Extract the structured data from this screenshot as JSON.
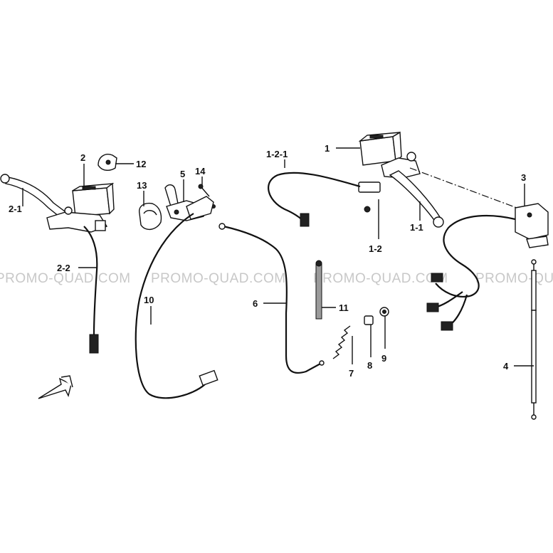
{
  "watermarks": [
    "PROMO-QUAD.COM",
    "PROMO-QUAD.COM",
    "PROMO-QUAD.COM",
    "PROMO-QUAD.COM"
  ],
  "labels": {
    "p1": "1",
    "p1_1": "1-1",
    "p1_2": "1-2",
    "p1_2_1": "1-2-1",
    "p2": "2",
    "p2_1": "2-1",
    "p2_2": "2-2",
    "p3": "3",
    "p4": "4",
    "p5": "5",
    "p6": "6",
    "p7": "7",
    "p8": "8",
    "p9": "9",
    "p10": "10",
    "p11": "11",
    "p12": "12",
    "p13": "13",
    "p14": "14"
  }
}
